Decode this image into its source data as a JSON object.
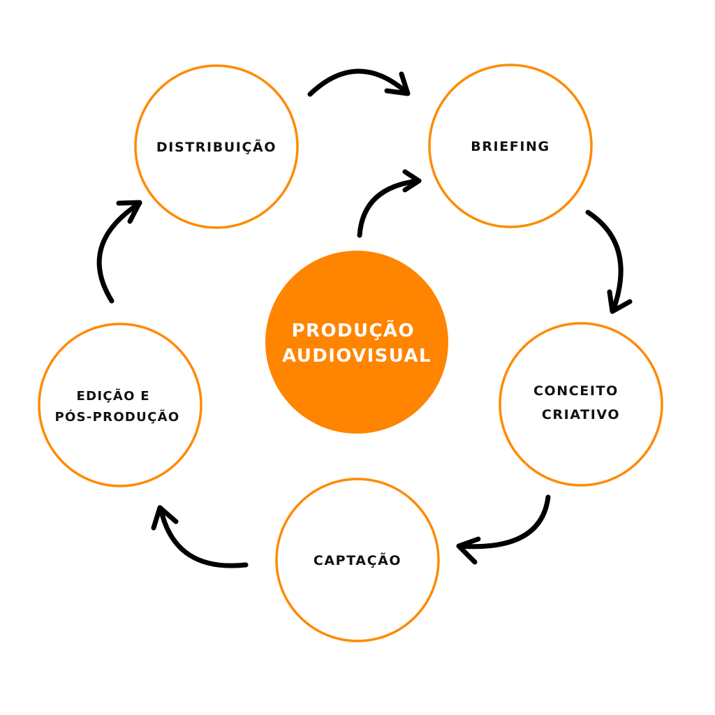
{
  "diagram": {
    "type": "cycle",
    "colors": {
      "accent": "#FF8400",
      "stage_stroke": "#FF8A00",
      "stage_fill": "#FFFFFF",
      "stage_text": "#111111",
      "hub_text": "#FFFFFF",
      "arrow": "#000000"
    },
    "hub": {
      "lines": [
        "PRODUÇÃO",
        "AUDIOVISUAL"
      ]
    },
    "stages": [
      {
        "id": "briefing",
        "lines": [
          "BRIEFING"
        ]
      },
      {
        "id": "conceito-criativo",
        "lines": [
          "CONCEITO",
          "CRIATIVO"
        ]
      },
      {
        "id": "captacao",
        "lines": [
          "CAPTAÇÃO"
        ]
      },
      {
        "id": "edicao-pos-producao",
        "lines": [
          "EDIÇÃO E",
          "PÓS-PRODUÇÃO"
        ]
      },
      {
        "id": "distribuicao",
        "lines": [
          "DISTRIBUIÇÃO"
        ]
      }
    ],
    "flow": [
      {
        "from": "hub",
        "to": "briefing"
      },
      {
        "from": "briefing",
        "to": "conceito-criativo"
      },
      {
        "from": "conceito-criativo",
        "to": "captacao"
      },
      {
        "from": "captacao",
        "to": "edicao-pos-producao"
      },
      {
        "from": "edicao-pos-producao",
        "to": "distribuicao"
      },
      {
        "from": "distribuicao",
        "to": "briefing"
      }
    ]
  }
}
